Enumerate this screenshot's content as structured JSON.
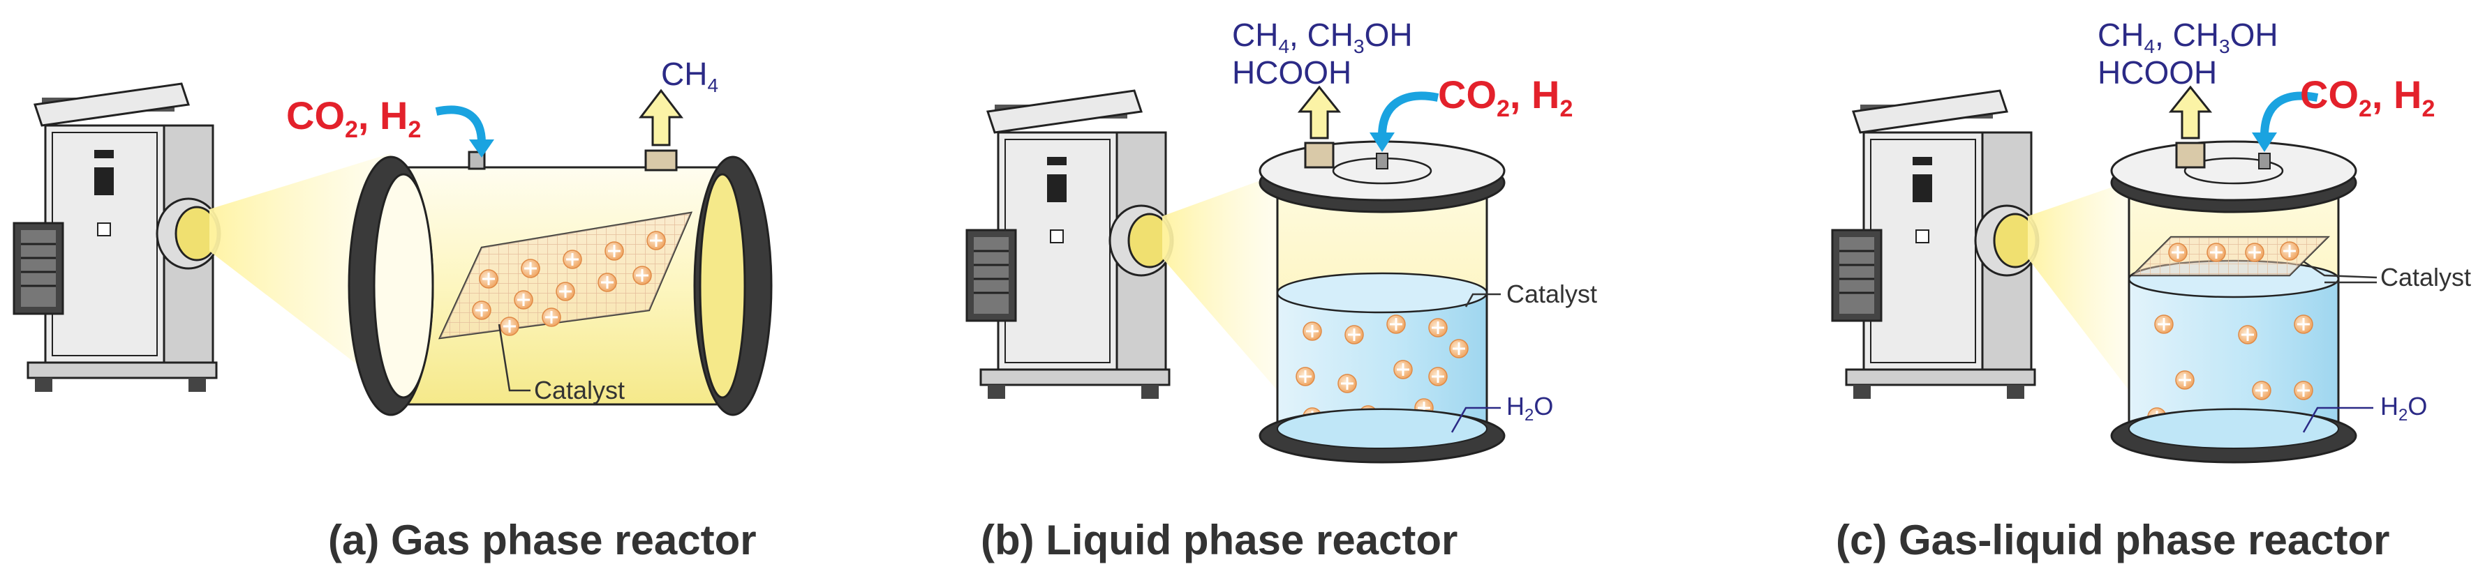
{
  "panels": [
    {
      "caption": "(a) Gas phase reactor",
      "inlet": {
        "main": "CO",
        "s1": "2",
        "mid": ", H",
        "s2": "2"
      },
      "outlet": {
        "line1": {
          "main": "CH",
          "s1": "4"
        }
      },
      "labels": {
        "catalyst": "Catalyst"
      }
    },
    {
      "caption": "(b) Liquid phase reactor",
      "inlet": {
        "main": "CO",
        "s1": "2",
        "mid": ", H",
        "s2": "2"
      },
      "outlet": {
        "line1": {
          "a": "CH",
          "s1": "4",
          "b": ", CH",
          "s2": "3",
          "c": "OH"
        },
        "line2": "HCOOH"
      },
      "labels": {
        "catalyst": "Catalyst",
        "water": {
          "main": "H",
          "s": "2",
          "end": "O"
        }
      }
    },
    {
      "caption": "(c) Gas-liquid phase reactor",
      "inlet": {
        "main": "CO",
        "s1": "2",
        "mid": ", H",
        "s2": "2"
      },
      "outlet": {
        "line1": {
          "a": "CH",
          "s1": "4",
          "b": ", CH",
          "s2": "3",
          "c": "OH"
        },
        "line2": "HCOOH"
      },
      "labels": {
        "catalyst": "Catalyst",
        "water": {
          "main": "H",
          "s": "2",
          "end": "O"
        }
      }
    }
  ],
  "colors": {
    "inlet_text": "#e3212b",
    "product_text": "#2b2a86",
    "arrow": "#1aa3e0",
    "light": "#fff6b0",
    "water": "#bfe6f7",
    "flange": "#3a3a3a"
  },
  "icons": [
    "lamp-icon",
    "inlet-arrow-icon",
    "outlet-arrow-icon",
    "catalyst-particle-icon"
  ]
}
